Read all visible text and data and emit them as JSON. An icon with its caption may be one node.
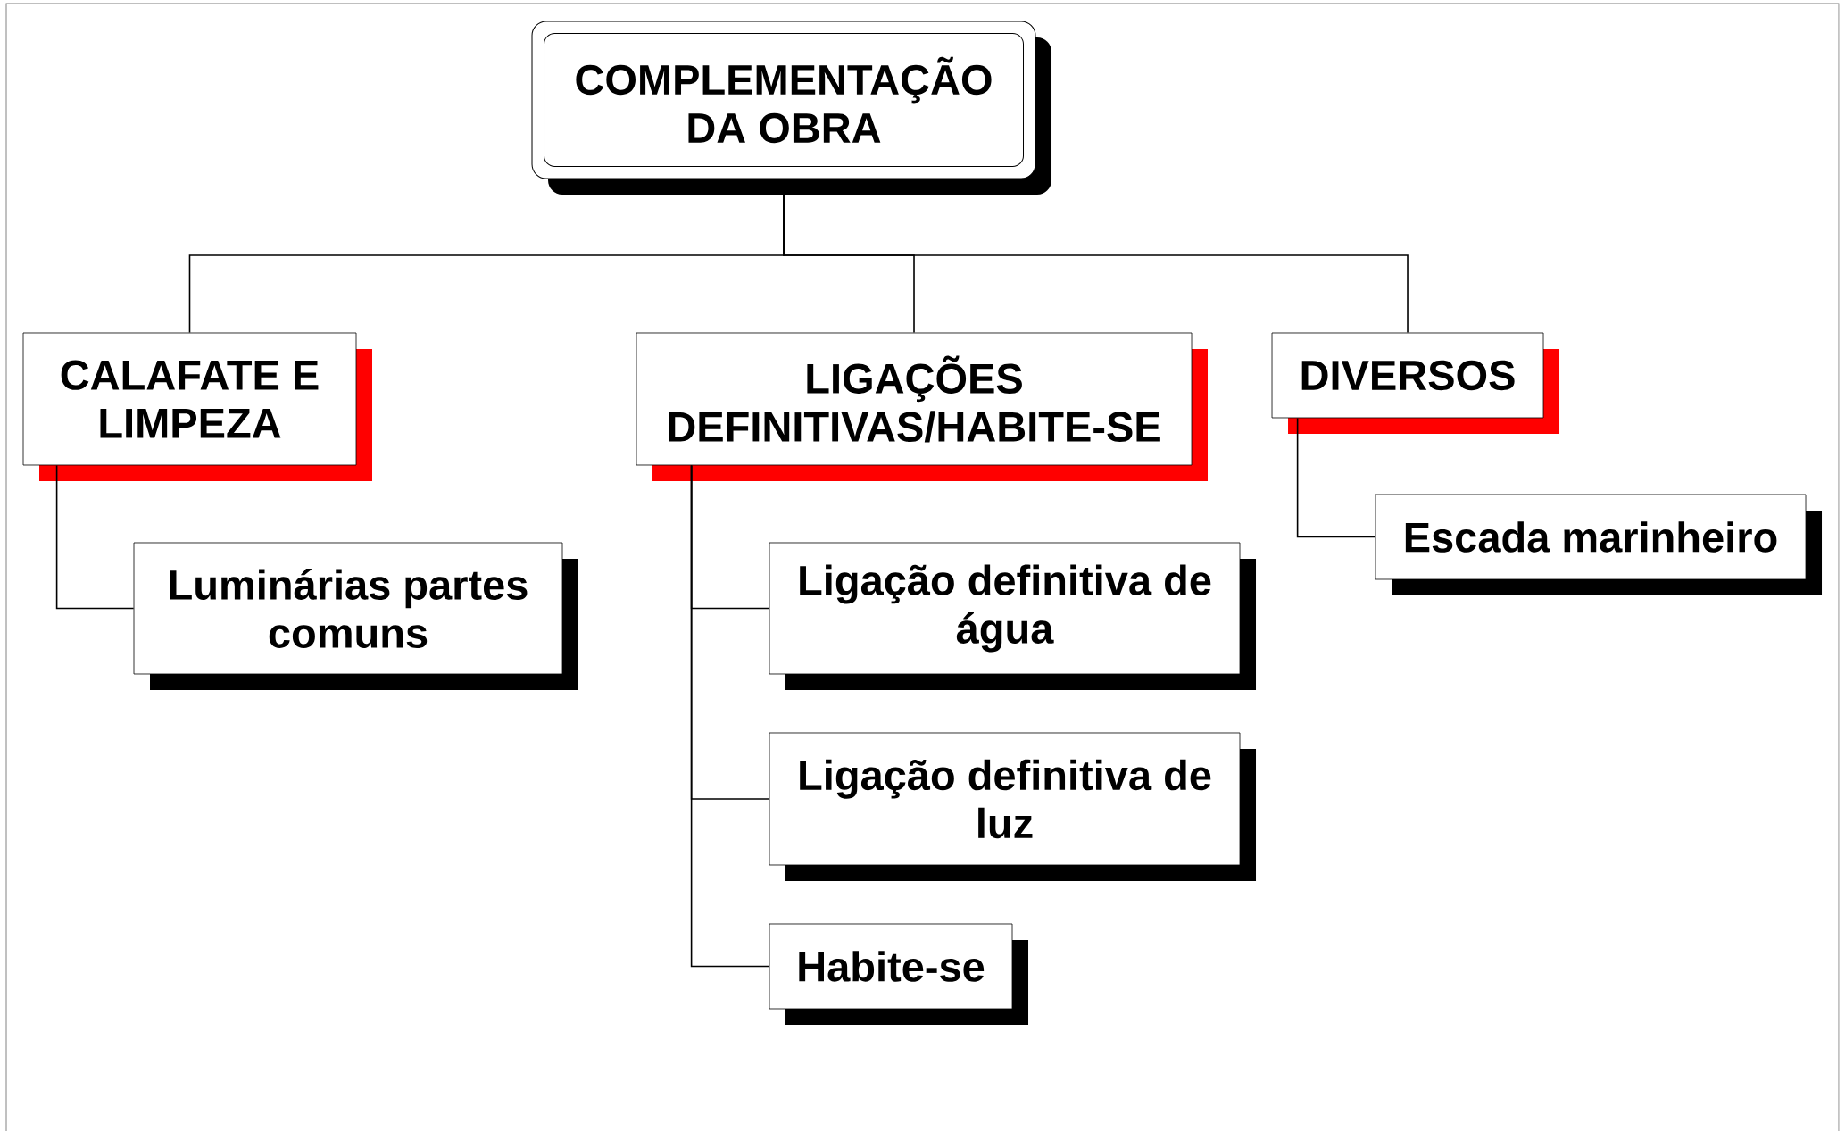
{
  "diagram": {
    "nodes": [
      {
        "text": [
          "COMPLEMENTAÇÃO DA OBRA"
        ]
      },
      {
        "text": [
          "CALAFATE E LIMPEZA"
        ]
      },
      {
        "text": [
          "Luminárias partes comuns"
        ]
      },
      {
        "text": [
          "LIGAÇÕES DEFINITIVAS/HABITE-SE"
        ]
      },
      {
        "text": [
          "Ligação definitiva de água"
        ]
      },
      {
        "text": [
          "Ligação definitiva de luz"
        ]
      },
      {
        "text": [
          "Habite-se"
        ]
      },
      {
        "text": [
          "DIVERSOS"
        ]
      },
      {
        "text": [
          "Escada marinheiro"
        ]
      }
    ],
    "edges": [
      {
        "from": 0,
        "to": 1,
        "arrow": "none"
      },
      {
        "from": 0,
        "to": 3,
        "arrow": "none"
      },
      {
        "from": 0,
        "to": 7,
        "arrow": "none"
      },
      {
        "from": 1,
        "to": 2,
        "arrow": "none"
      },
      {
        "from": 3,
        "to": 4,
        "arrow": "none"
      },
      {
        "from": 3,
        "to": 5,
        "arrow": "none"
      },
      {
        "from": 3,
        "to": 6,
        "arrow": "none"
      },
      {
        "from": 7,
        "to": 8,
        "arrow": "none"
      }
    ]
  }
}
